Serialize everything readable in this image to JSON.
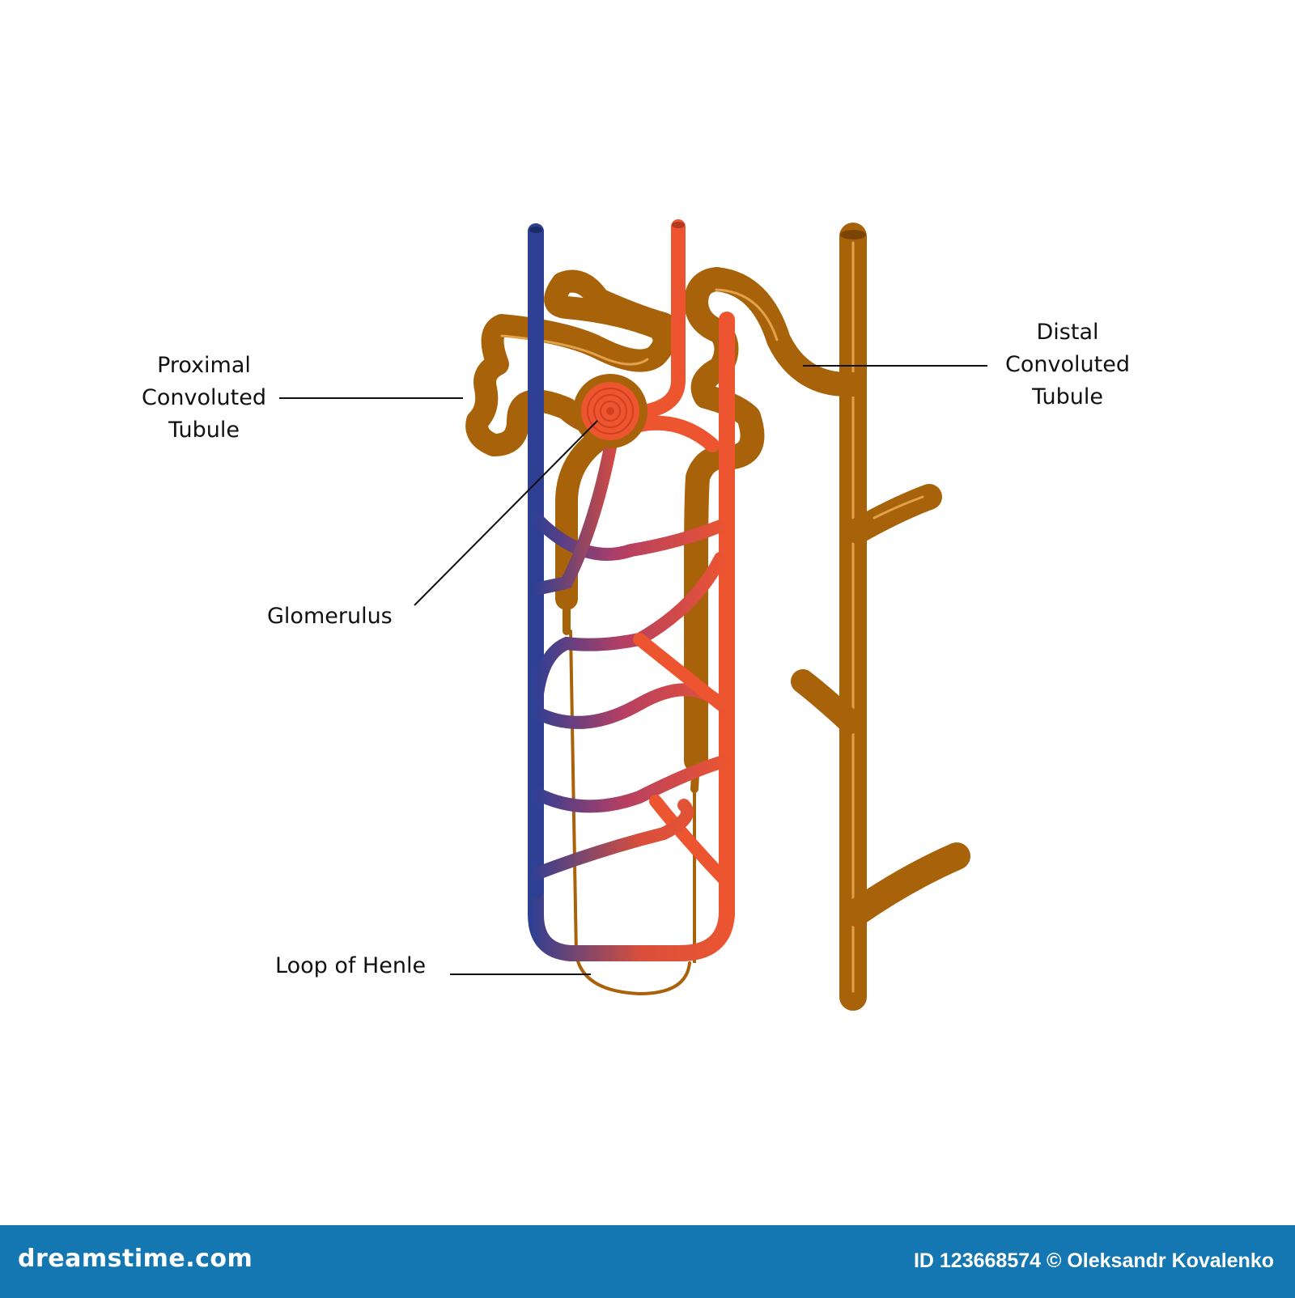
{
  "labels": {
    "proximal": [
      "Proximal",
      "Convoluted",
      "Tubule"
    ],
    "distal": [
      "Distal",
      "Convoluted",
      "Tubule"
    ],
    "glomerulus": "Glomerulus",
    "loop_of_henle": "Loop of Henle"
  },
  "footer": {
    "brand": "dreamstime.com",
    "credit": "ID 123668574 © Oleksandr Kovalenko"
  },
  "colors": {
    "tubule": "#a8630a",
    "tubule_highlight": "#e2a14c",
    "artery": "#ec5530",
    "vein": "#2e3f94",
    "footer": "#1577b2"
  }
}
